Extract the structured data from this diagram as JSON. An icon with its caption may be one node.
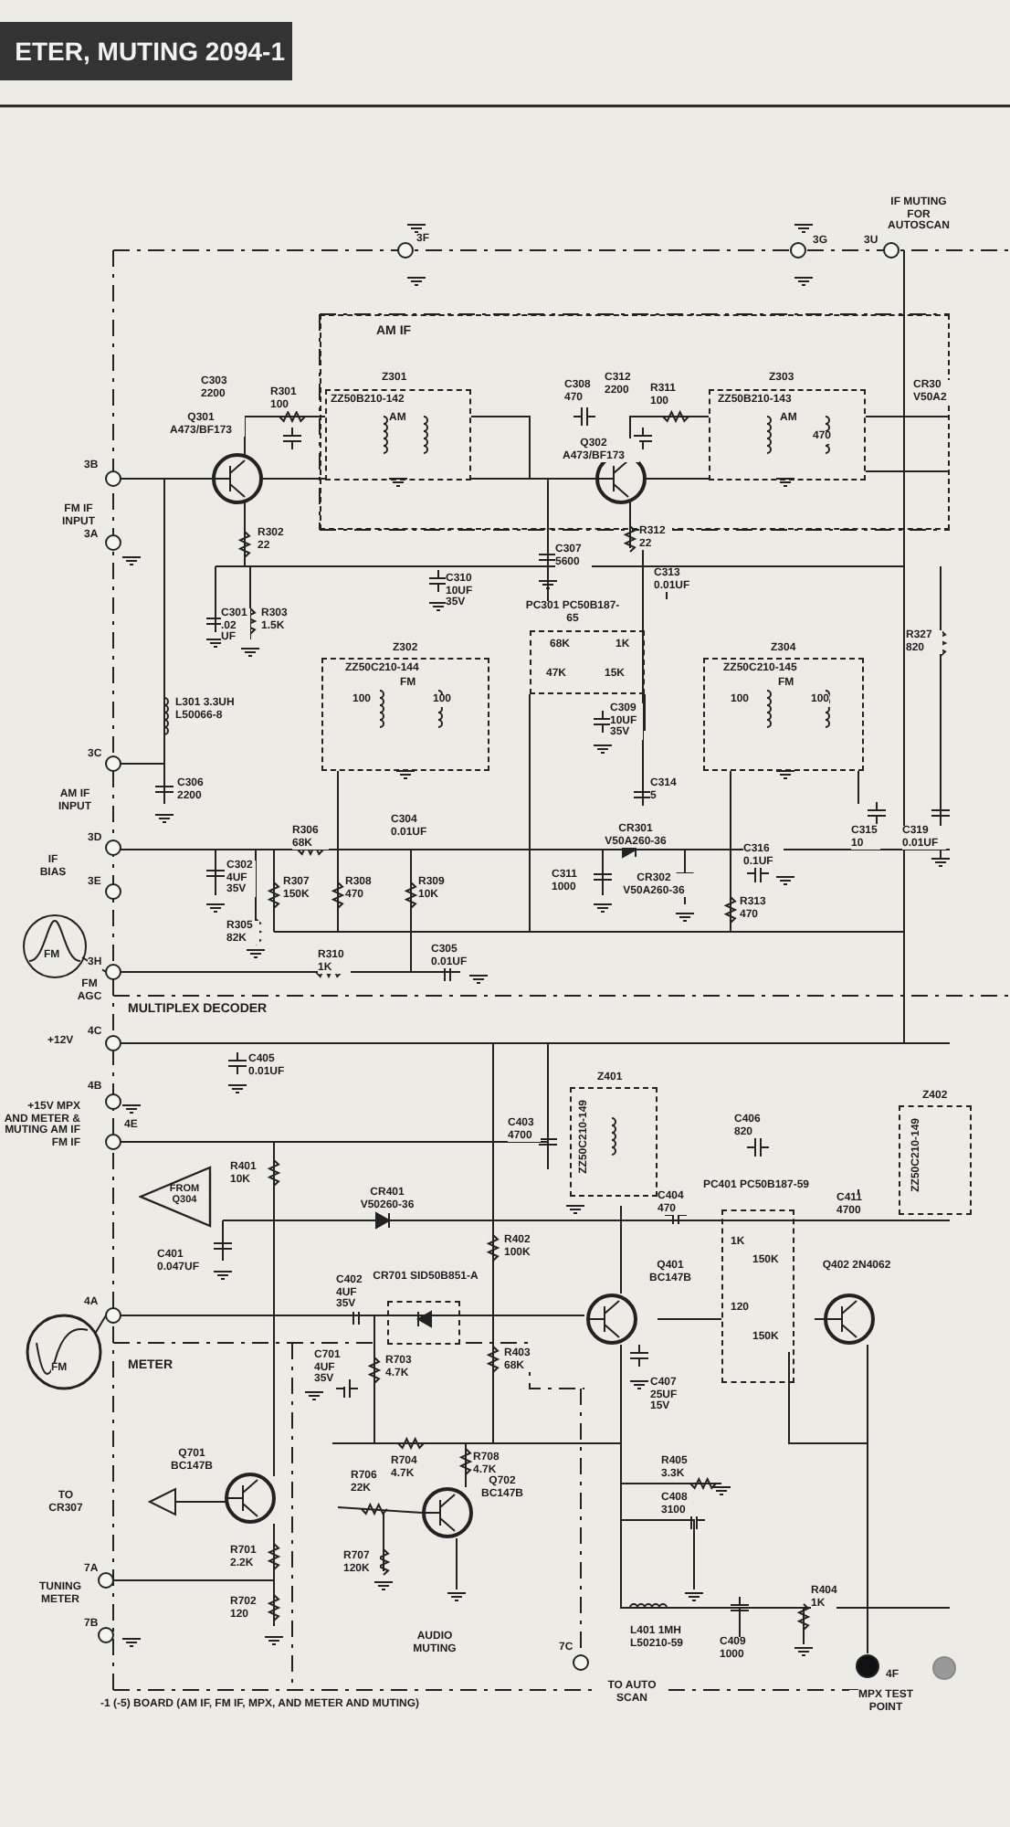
{
  "diagram": {
    "title": "ETER, MUTING 2094-1",
    "nodes": [
      {
        "text": [
          "AM IF"
        ]
      },
      {
        "text": [
          "Z301",
          "ZZ50B210-142",
          "AM"
        ],
        "in": 0
      },
      {
        "text": [
          "Z303",
          "ZZ50B210-143",
          "AM",
          "470"
        ],
        "in": 0
      },
      {
        "text": [
          "PC301 PC50B187-65",
          "68K",
          "1K",
          "47K",
          "15K"
        ]
      },
      {
        "text": [
          "Z302",
          "ZZ50C210-144",
          "FM",
          "100",
          "100"
        ]
      },
      {
        "text": [
          "Z304",
          "ZZ50C210-145",
          "FM",
          "100",
          "100"
        ]
      },
      {
        "text": [
          "Z401",
          "ZZ50C210-149"
        ]
      },
      {
        "text": [
          "PC401 PC50B187-59",
          "1K",
          "150K",
          "120",
          "150K"
        ]
      },
      {
        "text": [
          "CR701 SID50B851-A"
        ]
      },
      {
        "text": [
          "Z402",
          "ZZ50C210-149"
        ]
      },
      {
        "text": [
          "FROM Q304"
        ]
      }
    ],
    "labels": [
      "3F",
      "3G",
      "3U",
      "IF MUTING FOR AUTOSCAN",
      "C303 2200",
      "R301 100",
      "Q301 A473/BF173",
      "3B",
      "FM IF INPUT",
      "3A",
      "R302 22",
      "C308 470",
      "C312 2200",
      "R311 100",
      "Q302 A473/BF173",
      "R312 22",
      "C307 5600",
      "C310 10UF 35V",
      "C313 0.01UF",
      "C301 .02 UF",
      "R303 1.5K",
      "L301 3.3UH L50066-8",
      "3C",
      "C306 2200",
      "AM IF INPUT",
      "3D",
      "IF BIAS",
      "C304 0.01UF",
      "R306 68K",
      "C302 4UF 35V",
      "3E",
      "R307 150K",
      "R308 470",
      "R309 10K",
      "R305 82K",
      "R310 1K",
      "C305 0.01UF",
      "3H",
      "FM AGC",
      "FM",
      "C309 10UF 35V",
      "R327 820",
      "C314 5",
      "CR301 V50A260-36",
      "C311 1000",
      "CR302 V50A260-36",
      "C316 0.1UF",
      "R313 470",
      "C315 10",
      "C319 0.01UF",
      "CR30 V50A2",
      "MULTIPLEX DECODER",
      "+12V",
      "4C",
      "C405 0.01UF",
      "4B",
      "+15V MPX AND METER & MUTING AM IF FM IF",
      "4E",
      "R401 10K",
      "CR401 V50260-36",
      "C401 0.047UF",
      "C402 4UF 35V",
      "4A",
      "FM",
      "METER",
      "C701 4UF 35V",
      "R703 4.7K",
      "Q701 BC147B",
      "R704 4.7K",
      "R708 4.7K",
      "R706 22K",
      "TO CR307",
      "Q702 BC147B",
      "R701 2.2K",
      "R707 120K",
      "TUNING METER",
      "7A",
      "R702 120",
      "7B",
      "AUDIO MUTING",
      "-1 (-5) BOARD (AM IF, FM IF, MPX, AND METER AND MUTING)",
      "C403 4700",
      "C406 820",
      "C404 470",
      "R402 100K",
      "Q401 BC147B",
      "Q402 2N4062",
      "R403 68K",
      "C407 25UF 15V",
      "C411 4700",
      "R405 3.3K",
      "C408 3100",
      "L401 1MH L50210-59",
      "C409 1000",
      "R404 1K",
      "7C",
      "TO AUTO SCAN",
      "4F",
      "MPX TEST POINT"
    ]
  }
}
